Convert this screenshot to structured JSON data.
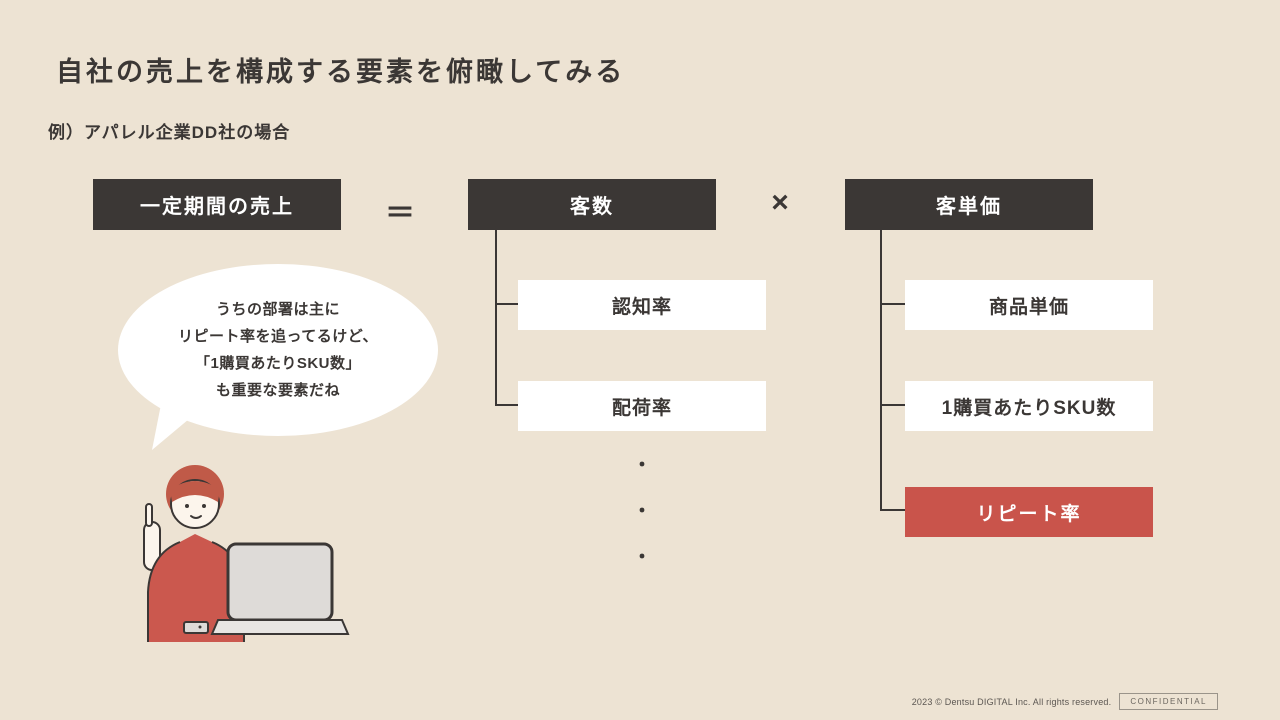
{
  "slide": {
    "title": "自社の売上を構成する要素を俯瞰してみる",
    "subtitle": "例）アパレル企業DD社の場合"
  },
  "formula": {
    "result": "一定期間の売上",
    "equals": "＝",
    "factor1": "客数",
    "times": "×",
    "factor2": "客単価"
  },
  "customer_tree": {
    "items": [
      "認知率",
      "配荷率"
    ],
    "ellipsis": [
      "・",
      "・",
      "・"
    ]
  },
  "price_tree": {
    "items": [
      "商品単価",
      "1購買あたりSKU数"
    ],
    "highlight": "リピート率"
  },
  "speech_bubble": {
    "lines": [
      "うちの部署は主に",
      "リピート率を追ってるけど、",
      "「1購買あたりSKU数」",
      "も重要な要素だね"
    ]
  },
  "footer": {
    "copyright": "2023 © Dentsu DIGITAL Inc. All rights reserved.",
    "confidential": "CONFIDENTIAL"
  },
  "colors": {
    "background": "#EDE3D3",
    "dark": "#3B3735",
    "accent_red": "#C9544B",
    "white": "#FFFFFF"
  }
}
